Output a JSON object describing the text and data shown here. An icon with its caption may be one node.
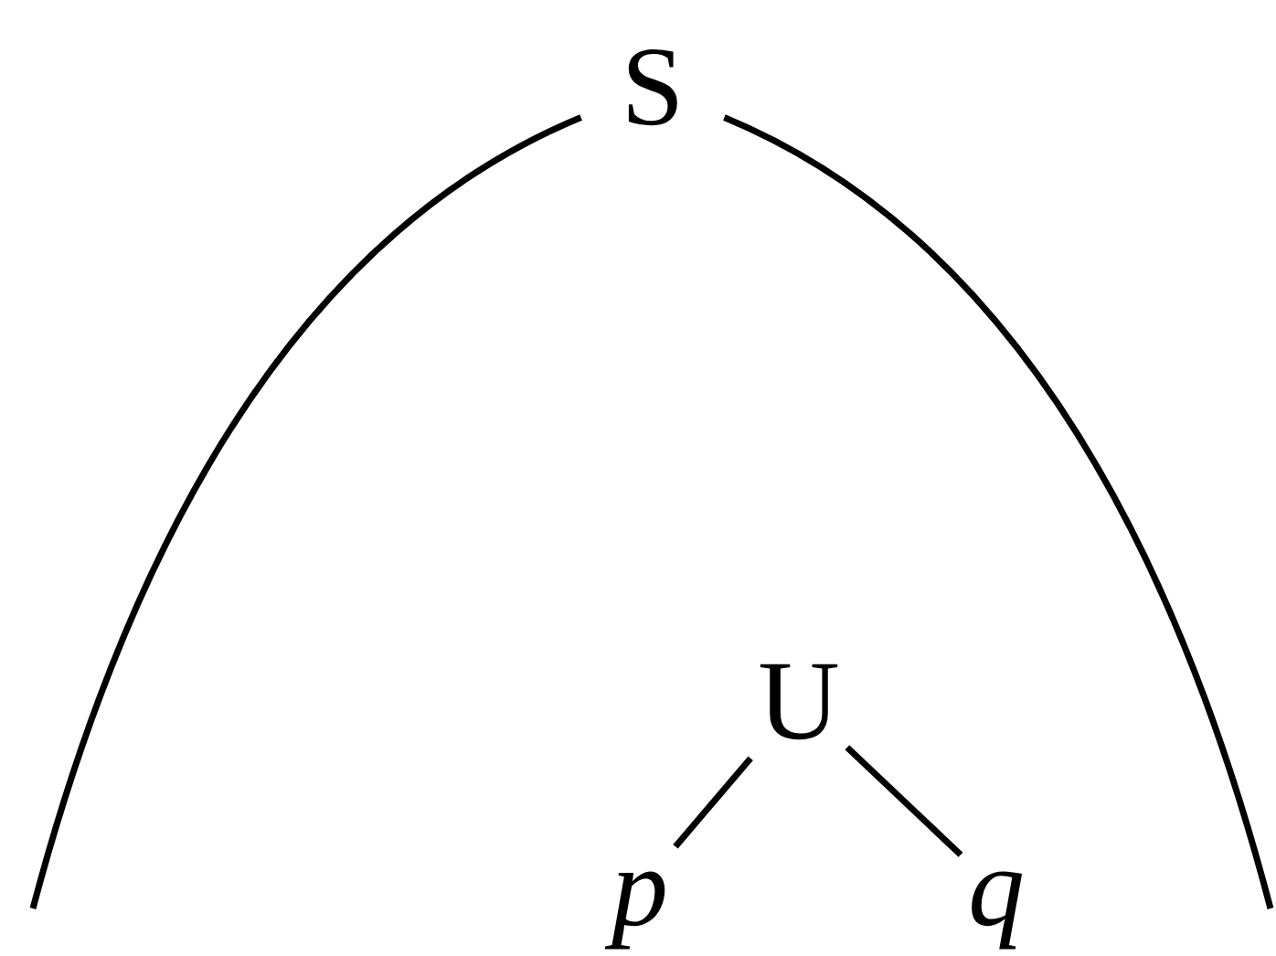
{
  "diagram": {
    "nodes": [
      {
        "text": [
          "S"
        ]
      },
      {
        "text": [
          "U"
        ]
      },
      {
        "text": [
          "p"
        ]
      },
      {
        "text": [
          "q"
        ]
      }
    ],
    "edges": [
      {
        "from": 0,
        "to": null,
        "arrow": "none"
      },
      {
        "from": 0,
        "to": null,
        "arrow": "none"
      },
      {
        "from": 1,
        "to": 2,
        "arrow": "none"
      },
      {
        "from": 1,
        "to": 3,
        "arrow": "none"
      }
    ]
  }
}
